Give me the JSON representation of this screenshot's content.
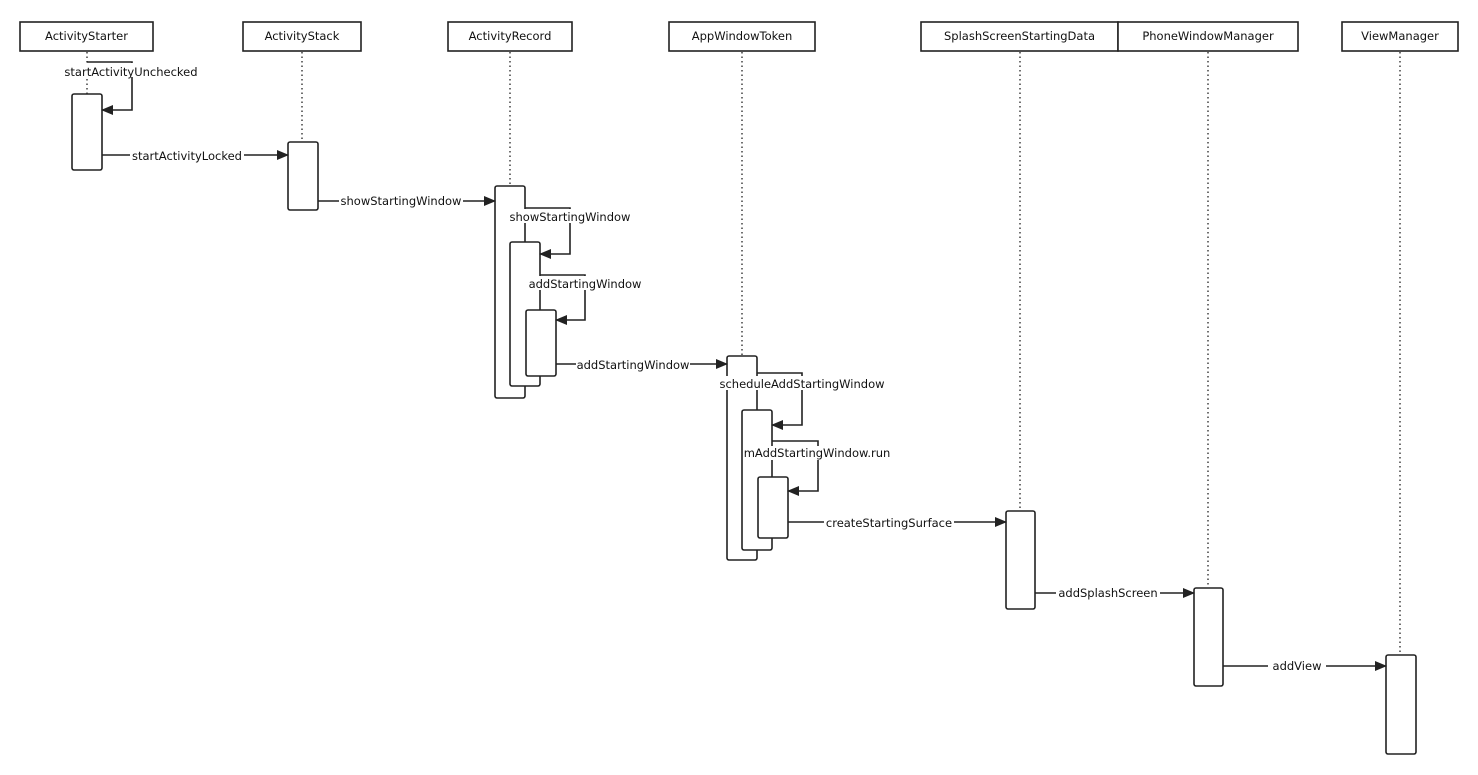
{
  "participants": [
    "ActivityStarter",
    "ActivityStack",
    "ActivityRecord",
    "AppWindowToken",
    "SplashScreenStartingData",
    "PhoneWindowManager",
    "ViewManager"
  ],
  "messages": [
    "startActivityUnchecked",
    "startActivityLocked",
    "showStartingWindow",
    "showStartingWindow",
    "addStartingWindow",
    "addStartingWindow",
    "scheduleAddStartingWindow",
    "mAddStartingWindow.run",
    "createStartingSurface",
    "addSplashScreen",
    "addView"
  ],
  "colors": {
    "line": "#222222",
    "background": "#ffffff"
  }
}
